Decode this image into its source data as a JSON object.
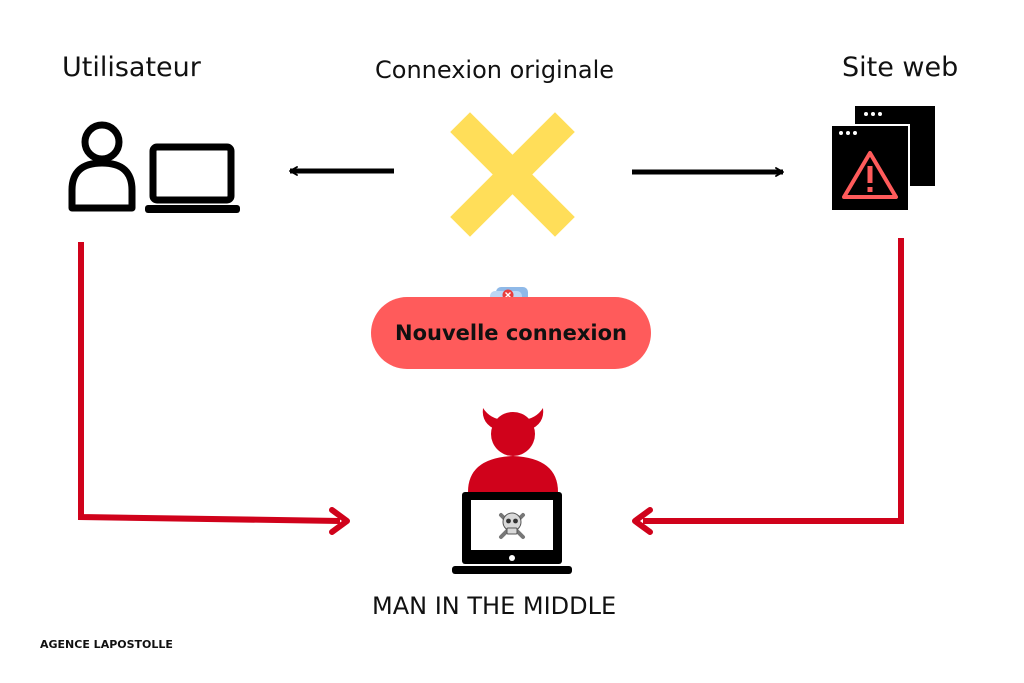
{
  "nodes": {
    "user": {
      "label": "Utilisateur"
    },
    "site": {
      "label": "Site web"
    },
    "attacker": {
      "label": "MAN IN THE MIDDLE"
    }
  },
  "original_connection": {
    "label": "Connexion originale"
  },
  "new_connection": {
    "label": "Nouvelle connexion"
  },
  "footer": {
    "agency": "AGENCE LAPOSTOLLE"
  },
  "colors": {
    "red": "#d0021b",
    "salmon": "#ff5b5b",
    "yellow": "#ffde59",
    "black": "#000000"
  },
  "icons": {
    "user": "person-icon",
    "user_device": "laptop-icon",
    "site": "browser-window-warning-icon",
    "blocked": "cross-icon",
    "attacker": "devil-hacker-icon",
    "attacker_screen": "skull-icon",
    "pill_badge": "chat-error-icon"
  }
}
